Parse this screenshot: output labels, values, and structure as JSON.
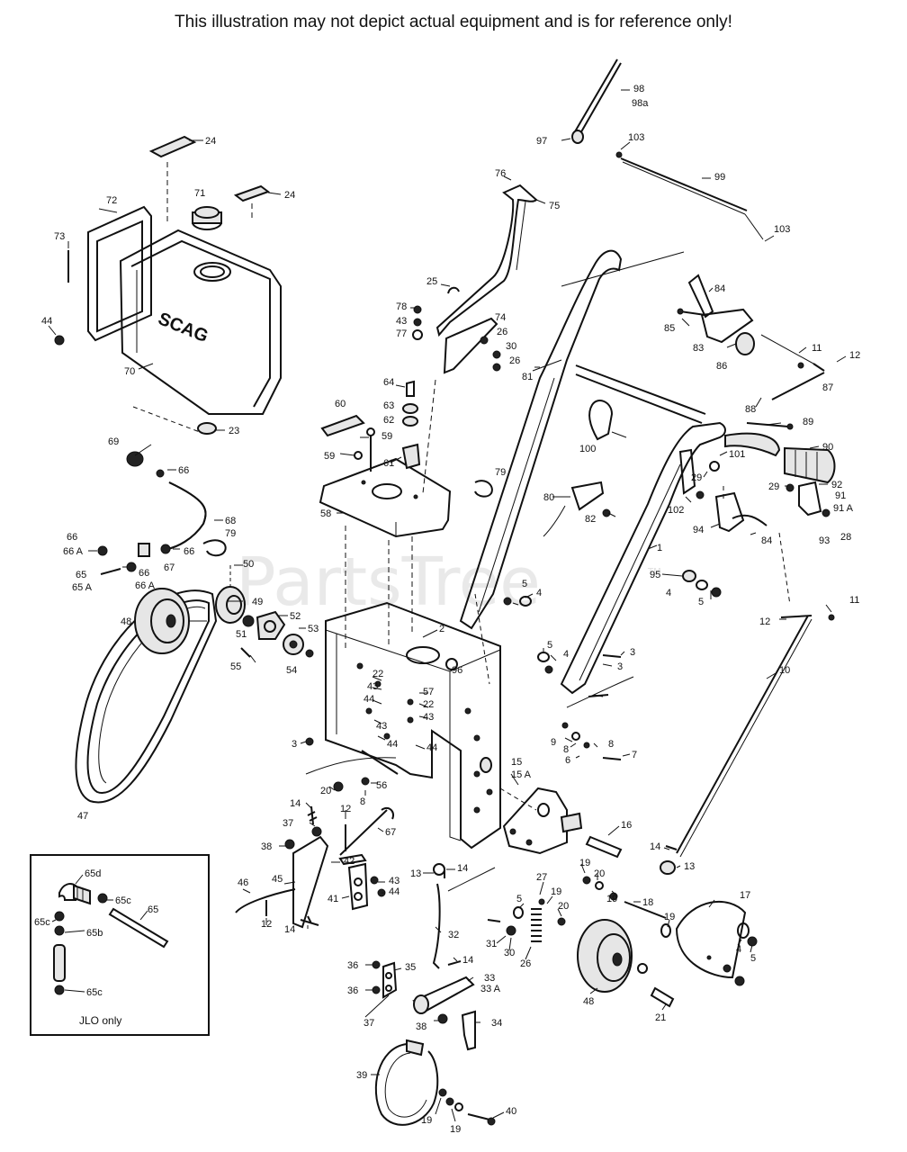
{
  "header": {
    "disclaimer": "This illustration may not depict actual equipment and is for reference only!"
  },
  "watermark": {
    "text": "PartsTree",
    "trademark": "TM"
  },
  "tank": {
    "logo": "SCAG"
  },
  "inset": {
    "caption": "JLO only"
  },
  "callouts": [
    {
      "id": "c98",
      "text": "98"
    },
    {
      "id": "c98a",
      "text": "98a"
    },
    {
      "id": "c97",
      "text": "97"
    },
    {
      "id": "c103a",
      "text": "103"
    },
    {
      "id": "c99",
      "text": "99"
    },
    {
      "id": "c103b",
      "text": "103"
    },
    {
      "id": "c24a",
      "text": "24"
    },
    {
      "id": "c24b",
      "text": "24"
    },
    {
      "id": "c71",
      "text": "71"
    },
    {
      "id": "c72",
      "text": "72"
    },
    {
      "id": "c73",
      "text": "73"
    },
    {
      "id": "c44a",
      "text": "44"
    },
    {
      "id": "c70",
      "text": "70"
    },
    {
      "id": "c23",
      "text": "23"
    },
    {
      "id": "c76",
      "text": "76"
    },
    {
      "id": "c75",
      "text": "75"
    },
    {
      "id": "c25",
      "text": "25"
    },
    {
      "id": "c78",
      "text": "78"
    },
    {
      "id": "c43a",
      "text": "43"
    },
    {
      "id": "c77",
      "text": "77"
    },
    {
      "id": "c74",
      "text": "74"
    },
    {
      "id": "c26a",
      "text": "26"
    },
    {
      "id": "c30a",
      "text": "30"
    },
    {
      "id": "c26b",
      "text": "26"
    },
    {
      "id": "c84a",
      "text": "84"
    },
    {
      "id": "c85",
      "text": "85"
    },
    {
      "id": "c83",
      "text": "83"
    },
    {
      "id": "c86",
      "text": "86"
    },
    {
      "id": "c11a",
      "text": "11"
    },
    {
      "id": "c12a",
      "text": "12"
    },
    {
      "id": "c87",
      "text": "87"
    },
    {
      "id": "c81",
      "text": "81"
    },
    {
      "id": "c64",
      "text": "64"
    },
    {
      "id": "c63",
      "text": "63"
    },
    {
      "id": "c62",
      "text": "62"
    },
    {
      "id": "c60",
      "text": "60"
    },
    {
      "id": "c59a",
      "text": "59"
    },
    {
      "id": "c59b",
      "text": "59"
    },
    {
      "id": "c61",
      "text": "61"
    },
    {
      "id": "c58",
      "text": "58"
    },
    {
      "id": "c69",
      "text": "69"
    },
    {
      "id": "c66a",
      "text": "66"
    },
    {
      "id": "c68",
      "text": "68"
    },
    {
      "id": "c79a",
      "text": "79"
    },
    {
      "id": "c79b",
      "text": "79"
    },
    {
      "id": "c66b",
      "text": "66"
    },
    {
      "id": "c66c",
      "text": "66"
    },
    {
      "id": "c66A",
      "text": "66 A"
    },
    {
      "id": "c67",
      "text": "67"
    },
    {
      "id": "c65",
      "text": "65"
    },
    {
      "id": "c65A",
      "text": "65 A"
    },
    {
      "id": "c66d",
      "text": "66"
    },
    {
      "id": "c66Ab",
      "text": "66 A"
    },
    {
      "id": "c50",
      "text": "50"
    },
    {
      "id": "c48a",
      "text": "48"
    },
    {
      "id": "c49",
      "text": "49"
    },
    {
      "id": "c52",
      "text": "52"
    },
    {
      "id": "c53",
      "text": "53"
    },
    {
      "id": "c51",
      "text": "51"
    },
    {
      "id": "c55",
      "text": "55"
    },
    {
      "id": "c54",
      "text": "54"
    },
    {
      "id": "c47",
      "text": "47"
    },
    {
      "id": "c100",
      "text": "100"
    },
    {
      "id": "c88",
      "text": "88"
    },
    {
      "id": "c89",
      "text": "89"
    },
    {
      "id": "c101",
      "text": "101"
    },
    {
      "id": "c90",
      "text": "90"
    },
    {
      "id": "c80",
      "text": "80"
    },
    {
      "id": "c82",
      "text": "82"
    },
    {
      "id": "c102",
      "text": "102"
    },
    {
      "id": "c29a",
      "text": "29"
    },
    {
      "id": "c29b",
      "text": "29"
    },
    {
      "id": "c92",
      "text": "92"
    },
    {
      "id": "c91",
      "text": "91"
    },
    {
      "id": "c91A",
      "text": "91 A"
    },
    {
      "id": "c93",
      "text": "93"
    },
    {
      "id": "c28",
      "text": "28"
    },
    {
      "id": "c94",
      "text": "94"
    },
    {
      "id": "c84b",
      "text": "84"
    },
    {
      "id": "c1",
      "text": "1"
    },
    {
      "id": "c95",
      "text": "95"
    },
    {
      "id": "c4a",
      "text": "4"
    },
    {
      "id": "c5a",
      "text": "5"
    },
    {
      "id": "c5b",
      "text": "5"
    },
    {
      "id": "c4b",
      "text": "4"
    },
    {
      "id": "c2",
      "text": "2"
    },
    {
      "id": "c11b",
      "text": "11"
    },
    {
      "id": "c12b",
      "text": "12"
    },
    {
      "id": "c5c",
      "text": "5"
    },
    {
      "id": "c4c",
      "text": "4"
    },
    {
      "id": "c3a",
      "text": "3"
    },
    {
      "id": "c10",
      "text": "10"
    },
    {
      "id": "c3b",
      "text": "3"
    },
    {
      "id": "c22a",
      "text": "22"
    },
    {
      "id": "c43b",
      "text": "43"
    },
    {
      "id": "c44b",
      "text": "44"
    },
    {
      "id": "c96",
      "text": "96"
    },
    {
      "id": "c57",
      "text": "57"
    },
    {
      "id": "c22b",
      "text": "22"
    },
    {
      "id": "c43c",
      "text": "43"
    },
    {
      "id": "c43d",
      "text": "43"
    },
    {
      "id": "c44c",
      "text": "44"
    },
    {
      "id": "c44d",
      "text": "44"
    },
    {
      "id": "c3c",
      "text": "3"
    },
    {
      "id": "c9",
      "text": "9"
    },
    {
      "id": "c8a",
      "text": "8"
    },
    {
      "id": "c8b",
      "text": "8"
    },
    {
      "id": "c6",
      "text": "6"
    },
    {
      "id": "c7",
      "text": "7"
    },
    {
      "id": "c20a",
      "text": "20"
    },
    {
      "id": "c8c",
      "text": "8"
    },
    {
      "id": "c56",
      "text": "56"
    },
    {
      "id": "c15",
      "text": "15"
    },
    {
      "id": "c15A",
      "text": "15 A"
    },
    {
      "id": "c14a",
      "text": "14"
    },
    {
      "id": "c12c",
      "text": "12"
    },
    {
      "id": "c37a",
      "text": "37"
    },
    {
      "id": "c67b",
      "text": "67"
    },
    {
      "id": "c16",
      "text": "16"
    },
    {
      "id": "c14b",
      "text": "14"
    },
    {
      "id": "c13a",
      "text": "13"
    },
    {
      "id": "c38a",
      "text": "38"
    },
    {
      "id": "c42",
      "text": "42"
    },
    {
      "id": "c13b",
      "text": "13"
    },
    {
      "id": "c14c",
      "text": "14"
    },
    {
      "id": "c19a",
      "text": "19"
    },
    {
      "id": "c20b",
      "text": "20"
    },
    {
      "id": "c46",
      "text": "46"
    },
    {
      "id": "c45",
      "text": "45"
    },
    {
      "id": "c43e",
      "text": "43"
    },
    {
      "id": "c44e",
      "text": "44"
    },
    {
      "id": "c41",
      "text": "41"
    },
    {
      "id": "c12d",
      "text": "12"
    },
    {
      "id": "c14d",
      "text": "14"
    },
    {
      "id": "c27",
      "text": "27"
    },
    {
      "id": "c5d",
      "text": "5"
    },
    {
      "id": "c19b",
      "text": "19"
    },
    {
      "id": "c20c",
      "text": "20"
    },
    {
      "id": "c19c",
      "text": "19"
    },
    {
      "id": "c18",
      "text": "18"
    },
    {
      "id": "c17",
      "text": "17"
    },
    {
      "id": "c19d",
      "text": "19"
    },
    {
      "id": "c32",
      "text": "32"
    },
    {
      "id": "c31",
      "text": "31"
    },
    {
      "id": "c30b",
      "text": "30"
    },
    {
      "id": "c26c",
      "text": "26"
    },
    {
      "id": "c4d",
      "text": "4"
    },
    {
      "id": "c5e",
      "text": "5"
    },
    {
      "id": "c14e",
      "text": "14"
    },
    {
      "id": "c36a",
      "text": "36"
    },
    {
      "id": "c35",
      "text": "35"
    },
    {
      "id": "c33",
      "text": "33"
    },
    {
      "id": "c33A",
      "text": "33 A"
    },
    {
      "id": "c36b",
      "text": "36"
    },
    {
      "id": "c48b",
      "text": "48"
    },
    {
      "id": "c21",
      "text": "21"
    },
    {
      "id": "c37b",
      "text": "37"
    },
    {
      "id": "c38b",
      "text": "38"
    },
    {
      "id": "c34",
      "text": "34"
    },
    {
      "id": "c39",
      "text": "39"
    },
    {
      "id": "c40",
      "text": "40"
    },
    {
      "id": "c19e",
      "text": "19"
    },
    {
      "id": "c19f",
      "text": "19"
    },
    {
      "id": "c65d",
      "text": "65d"
    },
    {
      "id": "c65c1",
      "text": "65c"
    },
    {
      "id": "c65i",
      "text": "65"
    },
    {
      "id": "c65c2",
      "text": "65c"
    },
    {
      "id": "c65b",
      "text": "65b"
    },
    {
      "id": "c65c3",
      "text": "65c"
    }
  ]
}
